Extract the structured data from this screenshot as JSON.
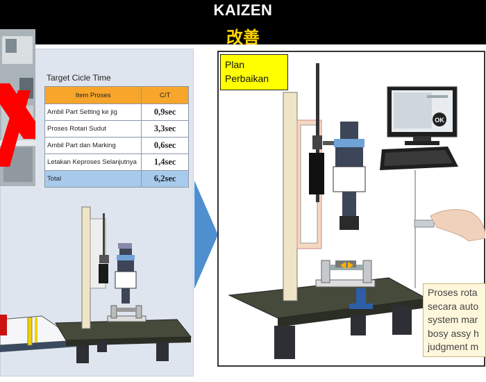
{
  "header": {
    "title": "KAIZEN",
    "subtitle": "改善"
  },
  "left": {
    "table_title": "Target Cicle Time",
    "columns": [
      "Item Proses",
      "C/T"
    ],
    "rows": [
      {
        "item": "Ambil Part Setting ke jig",
        "ct": "0,9sec"
      },
      {
        "item": "Proses Rotari Sudut",
        "ct": "3,3sec"
      },
      {
        "item": "Ambil Part dan Marking",
        "ct": "0,6sec"
      },
      {
        "item": "Letakan Keproses Selanjutnya",
        "ct": "1,4sec"
      }
    ],
    "total": {
      "item": "Total",
      "ct": "6,2sec"
    }
  },
  "right": {
    "plan_lines": [
      "Plan",
      "Perbaikan"
    ],
    "monitor_text": "OK",
    "note_lines": [
      "Proses rota",
      "secara auto",
      "system mar",
      "bosy assy h",
      "judgment m"
    ]
  },
  "colors": {
    "header_bg": "#000000",
    "subtitle": "#ffd600",
    "table_header": "#f7a62b",
    "total_row": "#a8cbec",
    "plan_box": "#ffff00",
    "arrow": "#4f8fd0",
    "cross": "#ff0000"
  }
}
